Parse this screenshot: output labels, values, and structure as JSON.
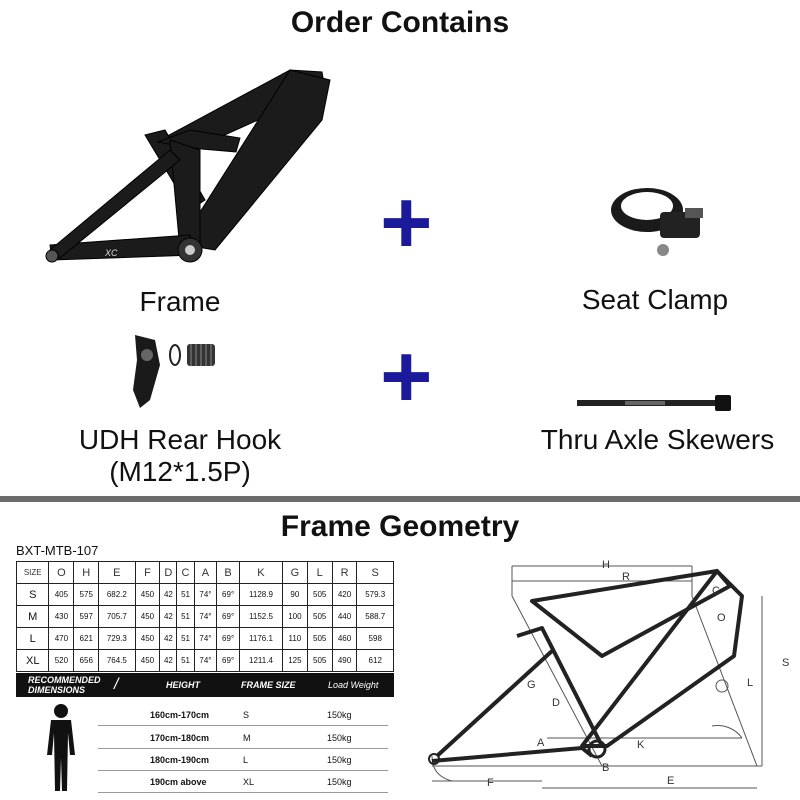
{
  "order": {
    "title": "Order Contains",
    "items": {
      "frame": "Frame",
      "seat_clamp": "Seat Clamp",
      "udh_hook_line1": "UDH Rear Hook",
      "udh_hook_line2": "(M12*1.5P)",
      "thru_axle": "Thru Axle Skewers"
    },
    "frame_decal": "XC"
  },
  "geometry": {
    "title": "Frame Geometry",
    "model": "BXT-MTB-107",
    "headers": [
      "SIZE",
      "O",
      "H",
      "E",
      "F",
      "D",
      "C",
      "A",
      "B",
      "K",
      "G",
      "L",
      "R",
      "S"
    ],
    "rows": [
      [
        "S",
        "405",
        "575",
        "682.2",
        "450",
        "42",
        "51",
        "74°",
        "69°",
        "1128.9",
        "90",
        "505",
        "420",
        "579.3"
      ],
      [
        "M",
        "430",
        "597",
        "705.7",
        "450",
        "42",
        "51",
        "74°",
        "69°",
        "1152.5",
        "100",
        "505",
        "440",
        "588.7"
      ],
      [
        "L",
        "470",
        "621",
        "729.3",
        "450",
        "42",
        "51",
        "74°",
        "69°",
        "1176.1",
        "110",
        "505",
        "460",
        "598"
      ],
      [
        "XL",
        "520",
        "656",
        "764.5",
        "450",
        "42",
        "51",
        "74°",
        "69°",
        "1211.4",
        "125",
        "505",
        "490",
        "612"
      ]
    ],
    "recommended": {
      "label_line1": "RECOMMENDED",
      "label_line2": "DIMENSIONS",
      "col_height": "HEIGHT",
      "col_size": "FRAME SIZE",
      "col_load": "Load Weight",
      "rows": [
        {
          "height": "160cm-170cm",
          "size": "S",
          "load": "150kg"
        },
        {
          "height": "170cm-180cm",
          "size": "M",
          "load": "150kg"
        },
        {
          "height": "180cm-190cm",
          "size": "L",
          "load": "150kg"
        },
        {
          "height": "190cm above",
          "size": "XL",
          "load": "150kg"
        }
      ]
    },
    "diagram_labels": [
      "H",
      "R",
      "S",
      "L",
      "K",
      "E",
      "F",
      "D",
      "G",
      "A",
      "B",
      "C",
      "O"
    ]
  }
}
